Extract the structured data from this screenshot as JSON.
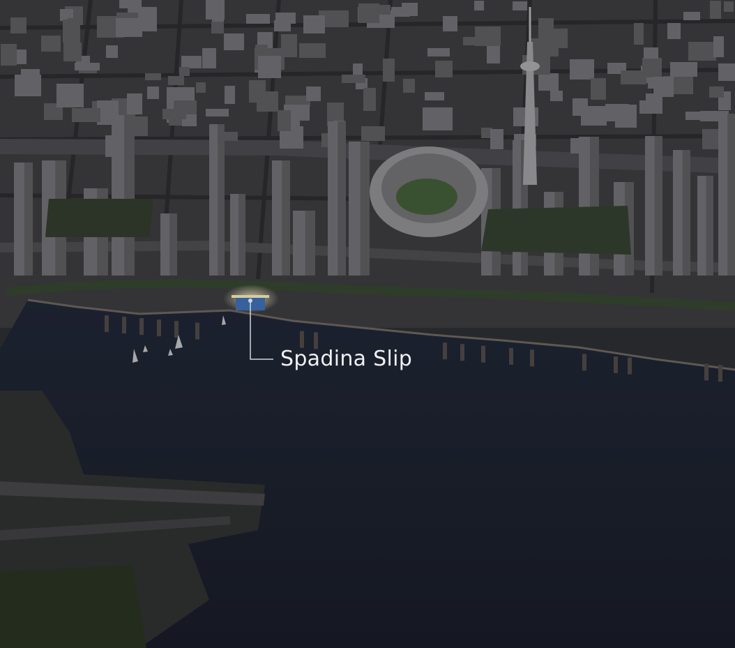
{
  "map": {
    "style": "dark-3d-aerial-city-waterfront",
    "colors": {
      "water": "#1c2130",
      "city": "#3c3b3d",
      "building": "#5b5a5c",
      "building_light": "#6e6d70",
      "park": "#2f3a29",
      "tree": "#33442c",
      "pier": "#4d4743",
      "highlight": "#f1e8b0",
      "slip_water": "#3c6db0",
      "label": "#eef0f2"
    },
    "callout": {
      "label": "Spadina Slip",
      "icon": "callout-leader-line"
    }
  }
}
